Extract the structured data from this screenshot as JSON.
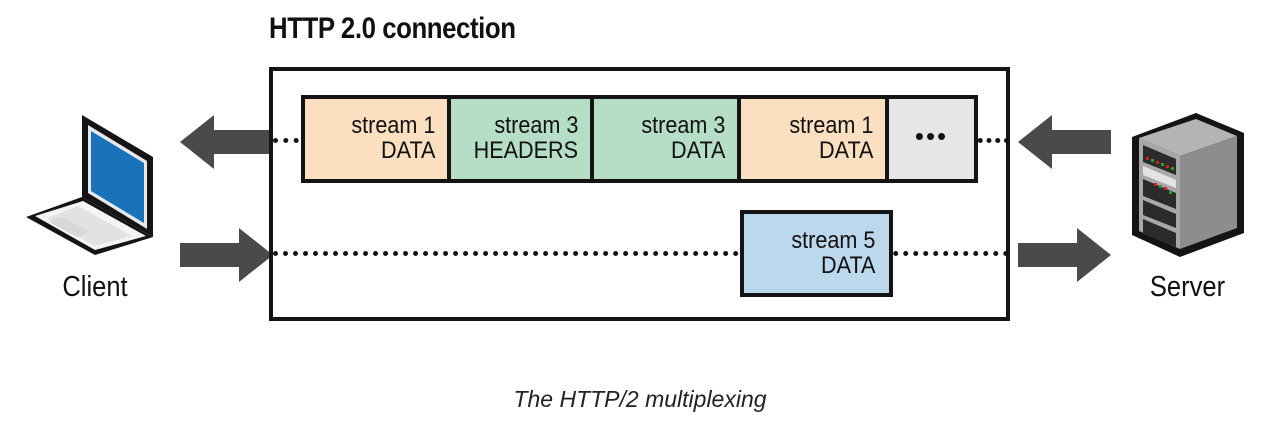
{
  "title": "HTTP 2.0 connection",
  "caption": "The HTTP/2 multiplexing",
  "colors": {
    "frame_orange": "#fadfc0",
    "frame_green": "#b6dec7",
    "frame_blue": "#bcd8ec",
    "frame_gray": "#e6e6e6",
    "outline": "#141414",
    "arrow": "#4a4a4a",
    "laptop_screen": "#1a72b8",
    "server_body": "#9a9a9a"
  },
  "endpoints": {
    "client": {
      "label": "Client",
      "icon": "laptop-icon"
    },
    "server": {
      "label": "Server",
      "icon": "server-tower-icon"
    }
  },
  "arrows": [
    {
      "name": "arrow-client-in",
      "direction": "left",
      "side": "client"
    },
    {
      "name": "arrow-client-out",
      "direction": "right",
      "side": "client"
    },
    {
      "name": "arrow-server-in",
      "direction": "left",
      "side": "server"
    },
    {
      "name": "arrow-server-out",
      "direction": "right",
      "side": "server"
    }
  ],
  "lanes": {
    "top": {
      "frames": [
        {
          "stream": "stream 1",
          "type": "DATA",
          "color": "orange"
        },
        {
          "stream": "stream 3",
          "type": "HEADERS",
          "color": "green"
        },
        {
          "stream": "stream 3",
          "type": "DATA",
          "color": "green"
        },
        {
          "stream": "stream 1",
          "type": "DATA",
          "color": "orange"
        },
        {
          "stream": "",
          "type": "",
          "color": "gray",
          "ellipsis": "•••"
        }
      ]
    },
    "bottom": {
      "frames": [
        {
          "stream": "stream 5",
          "type": "DATA",
          "color": "blue"
        }
      ]
    }
  }
}
